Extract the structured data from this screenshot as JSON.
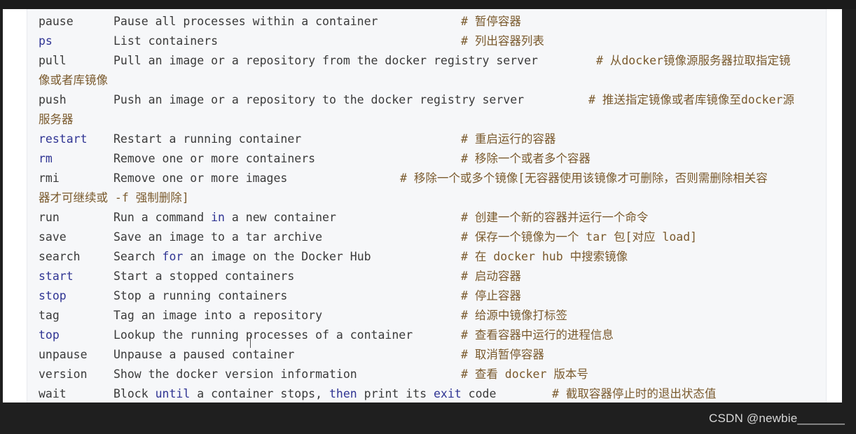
{
  "lines": [
    {
      "cmd": "pause",
      "desc": "Pause all processes within a container",
      "comment": "# 暂停容器"
    },
    {
      "cmd": "ps",
      "desc": "List containers",
      "comment": "# 列出容器列表"
    },
    {
      "cmd": "pull",
      "desc": "Pull an image or a repository from the docker registry server",
      "comment": "# 从docker镜像源服务器拉取指定镜",
      "cont": "像或者库镜像"
    },
    {
      "cmd": "push",
      "desc": "Push an image or a repository to the docker registry server",
      "comment": "# 推送指定镜像或者库镜像至docker源",
      "cont": "服务器"
    },
    {
      "cmd": "restart",
      "desc": "Restart a running container",
      "comment": "# 重启运行的容器"
    },
    {
      "cmd": "rm",
      "desc": "Remove one or more containers",
      "comment": "# 移除一个或者多个容器"
    },
    {
      "cmd": "rmi",
      "desc": "Remove one or more images",
      "comment": "# 移除一个或多个镜像[无容器使用该镜像才可删除，否则需删除相关容",
      "cont": "器才可继续或 -f 强制删除]"
    },
    {
      "cmd": "run",
      "desc_parts": [
        "Run a command ",
        "in",
        " a new container"
      ],
      "comment": "# 创建一个新的容器并运行一个命令"
    },
    {
      "cmd": "save",
      "desc": "Save an image to a tar archive",
      "comment": "# 保存一个镜像为一个 tar 包[对应 load]"
    },
    {
      "cmd": "search",
      "desc_parts": [
        "Search ",
        "for",
        " an image on the Docker Hub"
      ],
      "comment": "# 在 docker hub 中搜索镜像"
    },
    {
      "cmd": "start",
      "desc": "Start a stopped containers",
      "comment": "# 启动容器"
    },
    {
      "cmd": "stop",
      "desc": "Stop a running containers",
      "comment": "# 停止容器"
    },
    {
      "cmd": "tag",
      "desc": "Tag an image into a repository",
      "comment": "# 给源中镜像打标签"
    },
    {
      "cmd": "top",
      "desc": "Lookup the running processes of a container",
      "comment": "# 查看容器中运行的进程信息"
    },
    {
      "cmd": "unpause",
      "desc": "Unpause a paused container",
      "comment": "# 取消暂停容器"
    },
    {
      "cmd": "version",
      "desc": "Show the docker version information",
      "comment": "# 查看 docker 版本号"
    },
    {
      "cmd": "wait",
      "desc_parts": [
        "Block ",
        "until",
        " a container stops, ",
        "then",
        " print its ",
        "exit",
        " code"
      ],
      "comment": "# 截取容器停止时的退出状态值"
    }
  ],
  "watermark": "CSDN @newbie_______",
  "colors": {
    "keyword": "#2f3493",
    "comment": "#7a5a2d",
    "text": "#3a3a3a"
  }
}
